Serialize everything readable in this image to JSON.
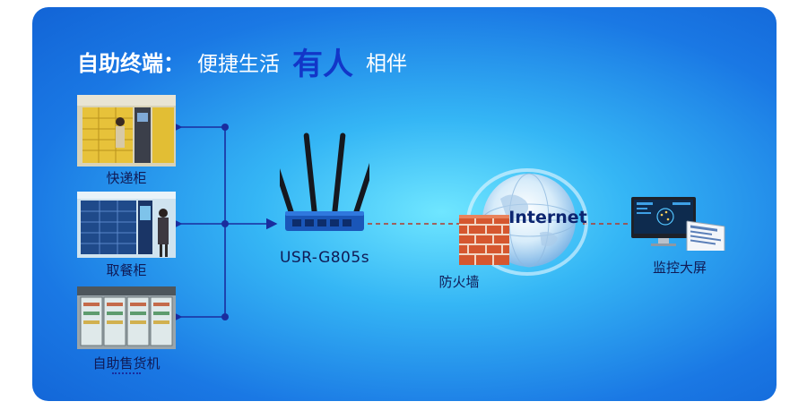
{
  "title": {
    "part1": "自助终端：",
    "part2": "便捷生活",
    "highlight": "有人",
    "part3": "相伴"
  },
  "devices": [
    {
      "label": "快递柜"
    },
    {
      "label": "取餐柜"
    },
    {
      "label": "自助售货机"
    }
  ],
  "router": {
    "label": "USR-G805s"
  },
  "firewall": {
    "label": "防火墙"
  },
  "internet": {
    "label": "Internet"
  },
  "monitor": {
    "label": "监控大屏"
  },
  "colors": {
    "title_highlight": "#1236c8",
    "connector": "#1a2d9e",
    "dashed_link": "#b33a2a",
    "label_text": "#101a55"
  }
}
